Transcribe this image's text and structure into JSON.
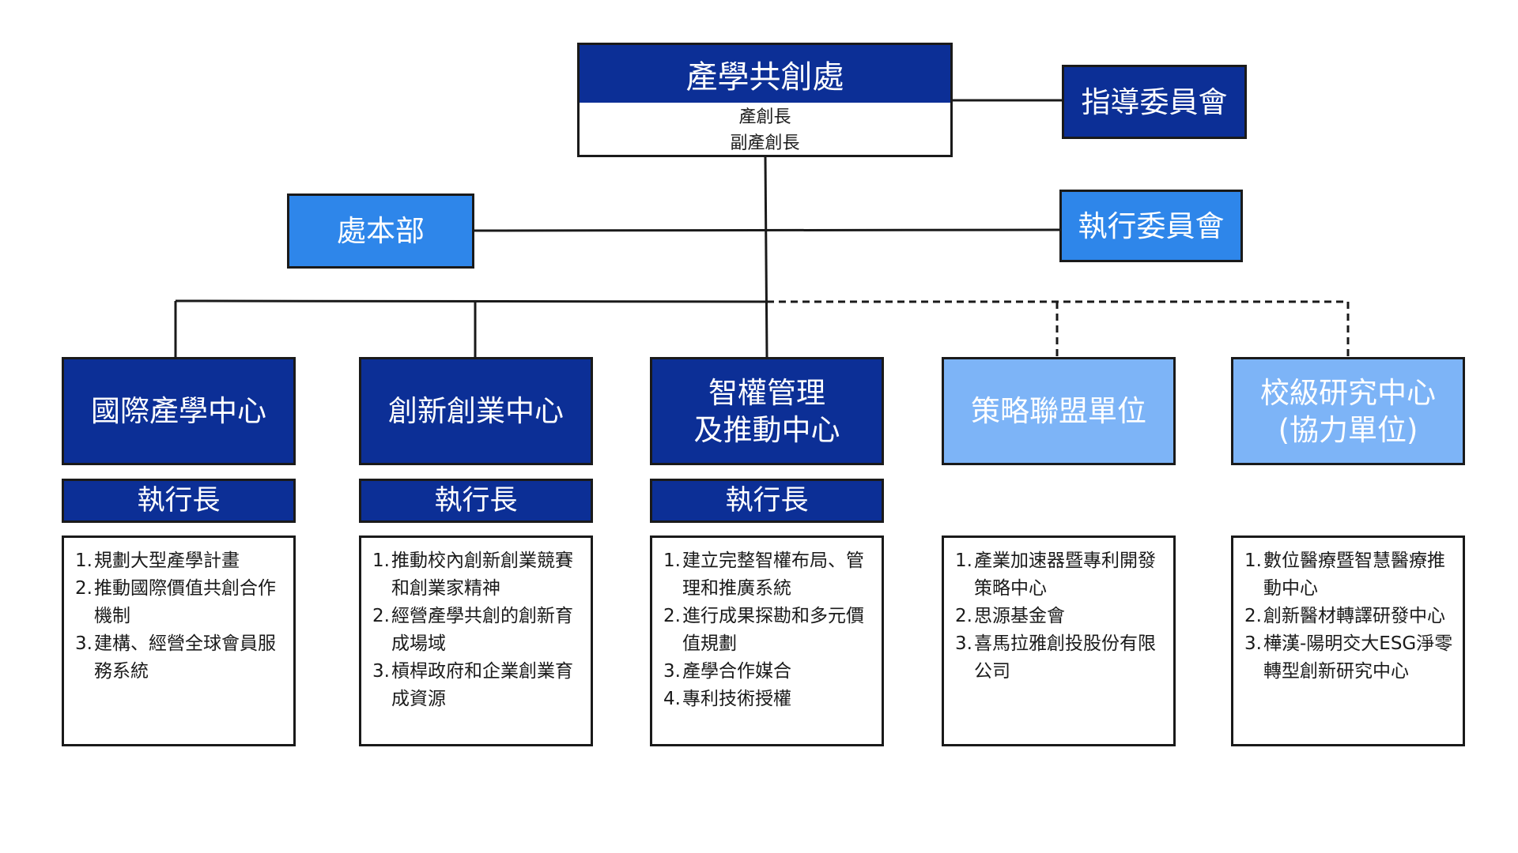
{
  "root": {
    "title": "產學共創處",
    "lines": [
      "產創長",
      "副產創長"
    ]
  },
  "side": {
    "guidance": "指導委員會",
    "hq": "處本部",
    "executive": "執行委員會"
  },
  "centers": [
    {
      "name": "國際產學中心",
      "lead": "執行長",
      "duties": [
        "規劃大型產學計畫",
        "推動國際價值共創合作機制",
        "建構、經營全球會員服務系統"
      ]
    },
    {
      "name": "創新創業中心",
      "lead": "執行長",
      "duties": [
        "推動校內創新創業競賽和創業家精神",
        "經營產學共創的創新育成場域",
        "槓桿政府和企業創業育成資源"
      ]
    },
    {
      "name": "智權管理\n及推動中心",
      "lead": "執行長",
      "duties": [
        "建立完整智權布局、管理和推廣系統",
        "進行成果探勘和多元價值規劃",
        "產學合作媒合",
        "專利技術授權"
      ]
    },
    {
      "name": "策略聯盟單位",
      "lead": "",
      "duties": [
        "產業加速器暨專利開發策略中心",
        "思源基金會",
        "喜馬拉雅創投股份有限公司"
      ]
    },
    {
      "name": "校級研究中心\n(協力單位)",
      "lead": "",
      "duties": [
        "數位醫療暨智慧醫療推動中心",
        "創新醫材轉譯研發中心",
        "樺漢-陽明交大ESG淨零轉型創新研究中心"
      ]
    }
  ],
  "colors": {
    "navy": "#0c2f96",
    "mid_blue": "#2e86ea",
    "light_blue": "#7db4f7",
    "line": "#1a1a1a"
  }
}
